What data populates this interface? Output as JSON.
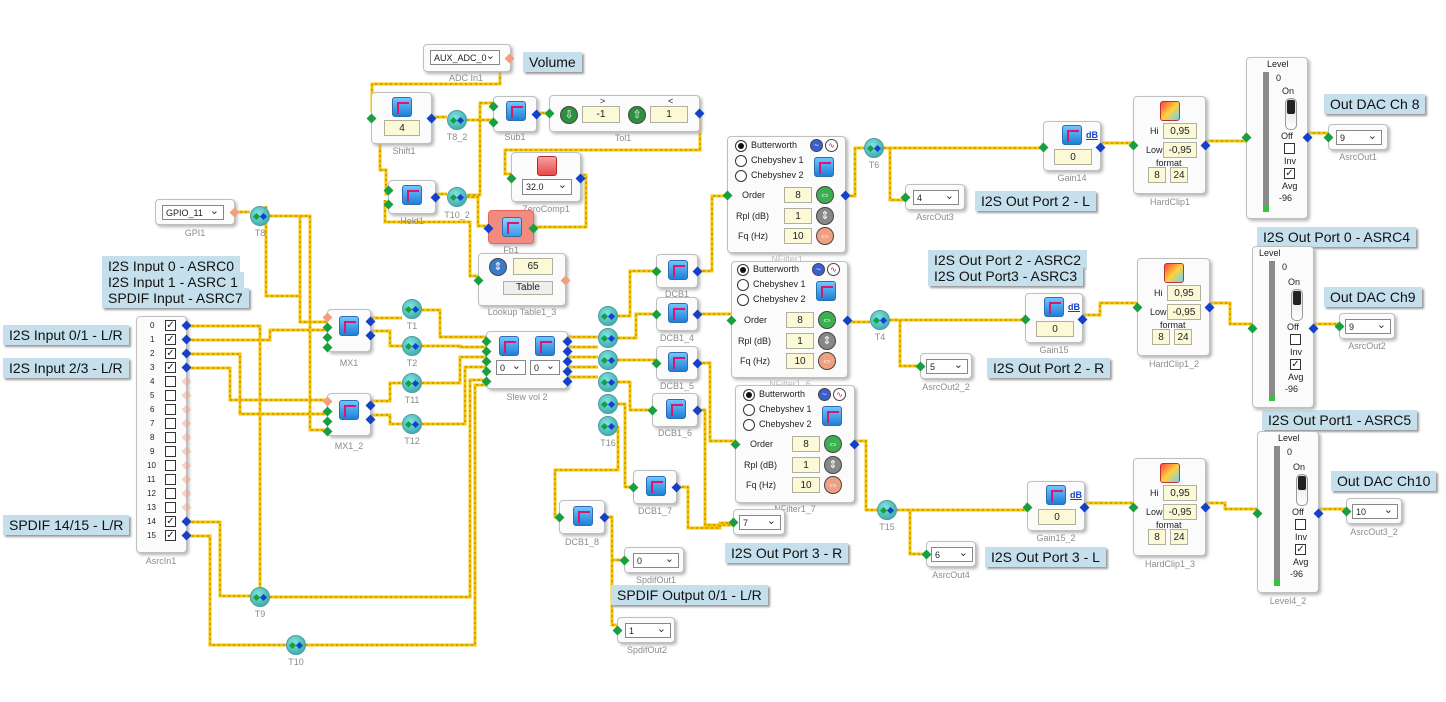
{
  "annotations": {
    "volume": "Volume",
    "out_dac_8": "Out DAC Ch 8",
    "i2s_out_2_l": "I2S Out Port 2 - L",
    "i2s_out_0_asrc4": "I2S Out Port 0 - ASRC4",
    "i2s_out_2_asrc2": "I2S Out Port 2 - ASRC2",
    "i2s_out_3_asrc3": "I2S Out Port3 - ASRC3",
    "out_dac_9": "Out DAC Ch9",
    "i2s_out_2_r": "I2S Out Port 2 - R",
    "i2s_out_1_asrc5": "I2S Out Port1 - ASRC5",
    "out_dac_10": "Out DAC Ch10",
    "i2s_out_3_r": "I2S Out Port 3 - R",
    "i2s_out_3_l": "I2S Out Port 3 - L",
    "spdif_out_01": "SPDIF Output 0/1 - L/R",
    "i2s_in_asrc0": "I2S Input 0 - ASRC0",
    "i2s_in_asrc1": "I2S Input 1 - ASRC 1",
    "spdif_in_asrc7": "SPDIF Input - ASRC7",
    "i2s_in_01": "I2S Input  0/1 - L/R",
    "i2s_in_23": "I2S Input 2/3 - L/R",
    "spdif_1415": "SPDIF 14/15 - L/R"
  },
  "blocks": {
    "adc_in1": {
      "name": "ADC In1",
      "value": "AUX_ADC_0"
    },
    "shift1": {
      "name": "Shift1",
      "value": "4"
    },
    "t8_2": {
      "name": "T8_2"
    },
    "sub1": {
      "name": "Sub1"
    },
    "tol1": {
      "name": "Tol1",
      "gt": ">",
      "lt": "<",
      "low": "-1",
      "high": "1"
    },
    "zerocomp1": {
      "name": "ZeroComp1",
      "value": "32.0"
    },
    "hold1": {
      "name": "Hold1"
    },
    "t10_2": {
      "name": "T10_2"
    },
    "fb1": {
      "name": "Fb1"
    },
    "gpi1": {
      "name": "GPI1",
      "value": "GPIO_11"
    },
    "t8": {
      "name": "T8"
    },
    "lookup": {
      "name": "Lookup Table1_3",
      "value": "65",
      "button": "Table"
    },
    "asrcin1": {
      "name": "AsrcIn1",
      "channels": [
        "0",
        "1",
        "2",
        "3",
        "4",
        "5",
        "6",
        "7",
        "8",
        "9",
        "10",
        "11",
        "12",
        "13",
        "14",
        "15"
      ]
    },
    "mx1": {
      "name": "MX1"
    },
    "mx1_2": {
      "name": "MX1_2"
    },
    "t1": {
      "name": "T1"
    },
    "t2": {
      "name": "T2"
    },
    "t11": {
      "name": "T11"
    },
    "t12": {
      "name": "T12"
    },
    "slewvol2": {
      "name": "Slew vol 2",
      "a": "0",
      "b": "0"
    },
    "t16": {
      "name": "T16"
    },
    "dcb1": {
      "name": "DCB1"
    },
    "dcb1_4": {
      "name": "DCB1_4"
    },
    "dcb1_5": {
      "name": "DCB1_5"
    },
    "dcb1_6": {
      "name": "DCB1_6"
    },
    "dcb1_7": {
      "name": "DCB1_7"
    },
    "dcb1_8": {
      "name": "DCB1_8"
    },
    "spdifout1": {
      "name": "SpdifOut1",
      "value": "0"
    },
    "spdifout2": {
      "name": "SpdifOut2",
      "value": "1"
    },
    "t9": {
      "name": "T9"
    },
    "t10": {
      "name": "T10"
    },
    "nfilter1": {
      "name": "NFilter1",
      "opt1": "Butterworth",
      "opt2": "Chebyshev 1",
      "opt3": "Chebyshev 2",
      "order_lbl": "Order",
      "order": "8",
      "rpl_lbl": "Rpl (dB)",
      "rpl": "1",
      "fq_lbl": "Fq (Hz)",
      "fq": "10"
    },
    "nfilter1_6": {
      "name": "NFilter1_6",
      "opt1": "Butterworth",
      "opt2": "Chebyshev 1",
      "opt3": "Chebyshev 2",
      "order_lbl": "Order",
      "order": "8",
      "rpl_lbl": "Rpl (dB)",
      "rpl": "1",
      "fq_lbl": "Fq (Hz)",
      "fq": "10"
    },
    "nfilter1_7": {
      "name": "NFilter1_7",
      "opt1": "Butterworth",
      "opt2": "Chebyshev 1",
      "opt3": "Chebyshev 2",
      "order_lbl": "Order",
      "order": "8",
      "rpl_lbl": "Rpl (dB)",
      "rpl": "1",
      "fq_lbl": "Fq (Hz)",
      "fq": "10"
    },
    "t6": {
      "name": "T6"
    },
    "t4": {
      "name": "T4"
    },
    "t15": {
      "name": "T15"
    },
    "asrcout3": {
      "name": "AsrcOut3",
      "value": "4"
    },
    "asrcout2_2": {
      "name": "AsrcOut2_2",
      "value": "5"
    },
    "asrcout4": {
      "name": "AsrcOut4",
      "value": "6"
    },
    "i2sout7": {
      "name": "",
      "value": "7"
    },
    "gain14": {
      "name": "Gain14",
      "db": "dB",
      "value": "0"
    },
    "gain15": {
      "name": "Gain15",
      "db": "dB",
      "value": "0"
    },
    "gain15_2": {
      "name": "Gain15_2",
      "db": "dB",
      "value": "0"
    },
    "hardclip1": {
      "name": "HardClip1",
      "hi_lbl": "Hi",
      "low_lbl": "Low",
      "hi": "0,95",
      "low": "-0,95",
      "format": "format",
      "f1": "8",
      "f2": "24"
    },
    "hardclip1_2": {
      "name": "HardClip1_2",
      "hi_lbl": "Hi",
      "low_lbl": "Low",
      "hi": "0,95",
      "low": "-0,95",
      "format": "format",
      "f1": "8",
      "f2": "24"
    },
    "hardclip1_3": {
      "name": "HardClip1_3",
      "hi_lbl": "Hi",
      "low_lbl": "Low",
      "hi": "0,95",
      "low": "-0,95",
      "format": "format",
      "f1": "8",
      "f2": "24"
    },
    "level1": {
      "name": "",
      "title": "Level",
      "top": "0",
      "on": "On",
      "off": "Off",
      "inv": "Inv",
      "avg": "Avg",
      "bottom": "-96"
    },
    "level2": {
      "name": "",
      "title": "Level",
      "top": "0",
      "on": "On",
      "off": "Off",
      "inv": "Inv",
      "avg": "Avg",
      "bottom": "-96"
    },
    "level4_2": {
      "name": "Level4_2",
      "title": "Level",
      "top": "0",
      "on": "On",
      "off": "Off",
      "inv": "Inv",
      "avg": "Avg",
      "bottom": "-96"
    },
    "asrcout1": {
      "name": "AsrcOut1",
      "value": "9"
    },
    "asrcout2": {
      "name": "AsrcOut2",
      "value": "9"
    },
    "asrcout3_2": {
      "name": "AsrcOut3_2",
      "value": "10"
    }
  },
  "colors": {
    "wire_yellow": "#f5c400",
    "wire_dash": "#b07800",
    "label_bg": "#c5e0ec",
    "pin_green": "#18a040",
    "pin_blue": "#1540c8"
  }
}
